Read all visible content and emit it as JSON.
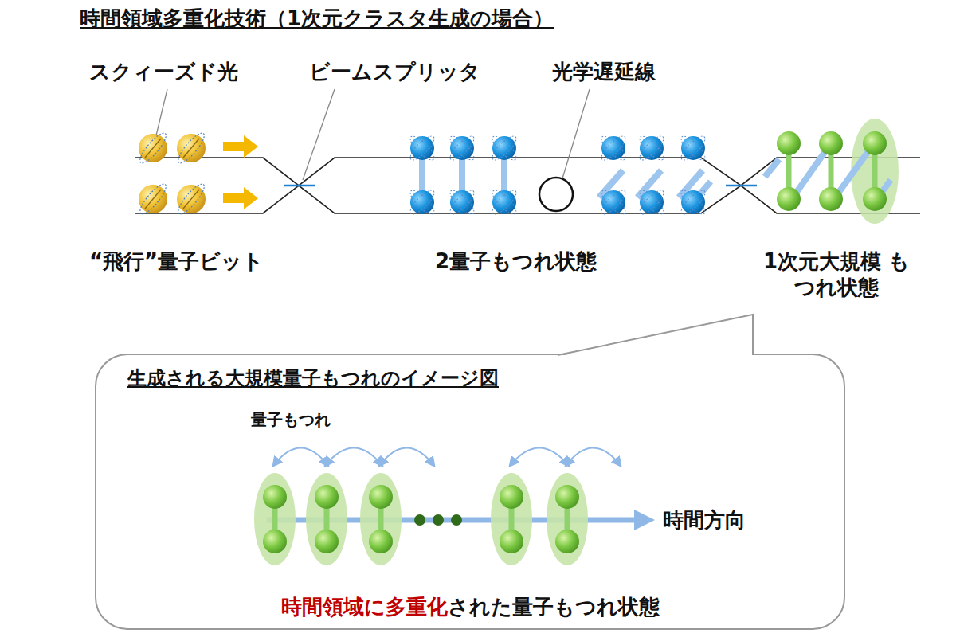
{
  "diagram": {
    "title": "時間領域多重化技術（1次元クラスタ生成の場合）",
    "nodes": [
      {
        "text": [
          "生成される大規模量子もつれのイメージ図",
          "時間領域に多重化",
          "された量子もつれ状態"
        ]
      }
    ],
    "labels": [
      "スクィーズド光",
      "ビームスプリッタ",
      "光学遅延線",
      "“飛行”量子ビット",
      "2量子もつれ状態",
      "1次元大規模 もつれ状態",
      "量子もつれ",
      "時間方向"
    ]
  }
}
